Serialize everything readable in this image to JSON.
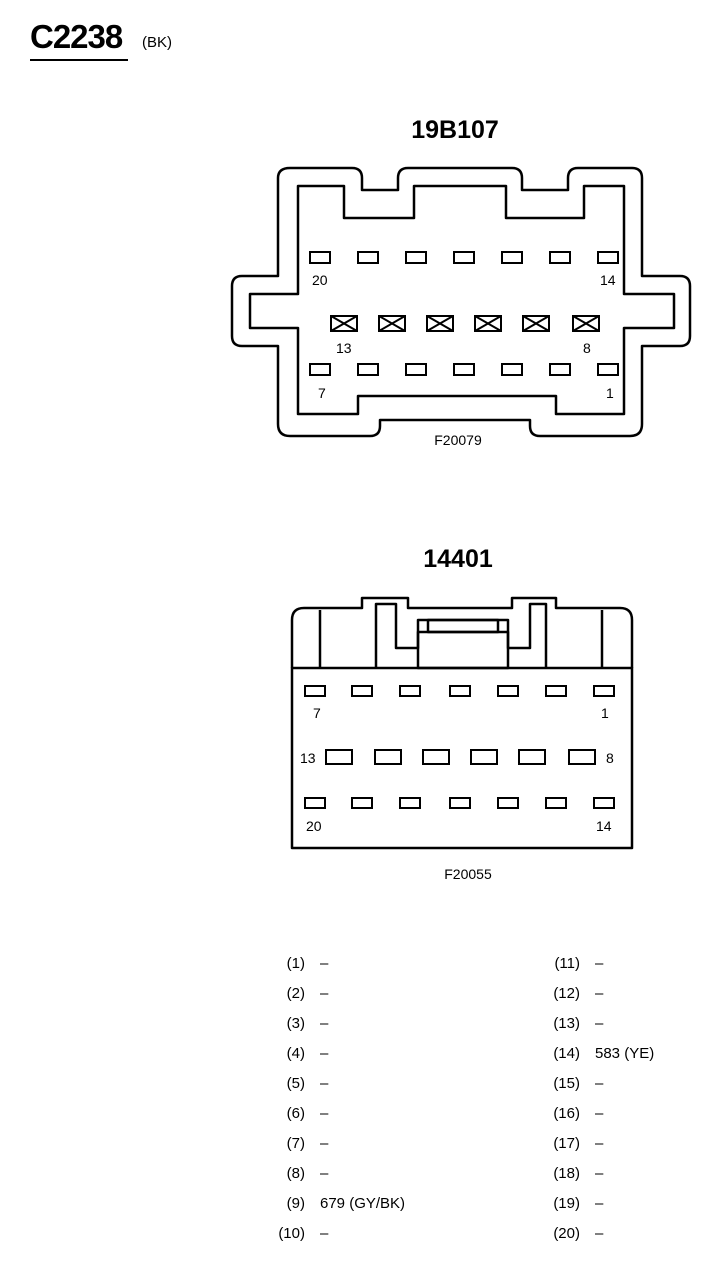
{
  "connector": {
    "id": "C2238",
    "color": "(BK)"
  },
  "views": [
    {
      "part_number": "19B107",
      "figure_id": "F20079"
    },
    {
      "part_number": "14401",
      "figure_id": "F20055"
    }
  ],
  "pin_labels_top": {
    "p20": "20",
    "p14": "14",
    "p13": "13",
    "p8": "8",
    "p7": "7",
    "p1": "1"
  },
  "pin_labels_bottom": {
    "p7": "7",
    "p1": "1",
    "p13": "13",
    "p8": "8",
    "p20": "20",
    "p14": "14"
  },
  "pinout_left": [
    {
      "pin": "(1)",
      "circuit": "–"
    },
    {
      "pin": "(2)",
      "circuit": "–"
    },
    {
      "pin": "(3)",
      "circuit": "–"
    },
    {
      "pin": "(4)",
      "circuit": "–"
    },
    {
      "pin": "(5)",
      "circuit": "–"
    },
    {
      "pin": "(6)",
      "circuit": "–"
    },
    {
      "pin": "(7)",
      "circuit": "–"
    },
    {
      "pin": "(8)",
      "circuit": "–"
    },
    {
      "pin": "(9)",
      "circuit": "679 (GY/BK)"
    },
    {
      "pin": "(10)",
      "circuit": "–"
    }
  ],
  "pinout_right": [
    {
      "pin": "(11)",
      "circuit": "–"
    },
    {
      "pin": "(12)",
      "circuit": "–"
    },
    {
      "pin": "(13)",
      "circuit": "–"
    },
    {
      "pin": "(14)",
      "circuit": "583 (YE)"
    },
    {
      "pin": "(15)",
      "circuit": "–"
    },
    {
      "pin": "(16)",
      "circuit": "–"
    },
    {
      "pin": "(17)",
      "circuit": "–"
    },
    {
      "pin": "(18)",
      "circuit": "–"
    },
    {
      "pin": "(19)",
      "circuit": "–"
    },
    {
      "pin": "(20)",
      "circuit": "–"
    }
  ]
}
